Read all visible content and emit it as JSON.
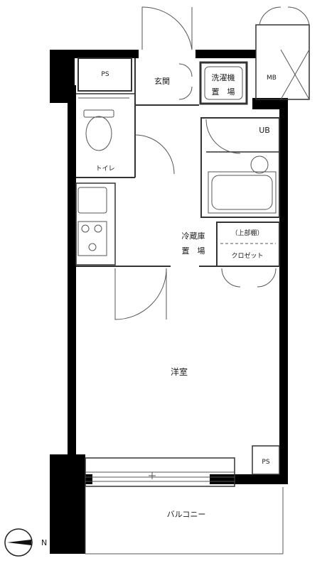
{
  "rooms": {
    "ps_top": "PS",
    "entrance": "玄関",
    "laundry_line1": "洗濯機",
    "laundry_line2": "置　場",
    "mb": "MB",
    "ub": "UB",
    "toilet": "トイレ",
    "fridge_line1": "冷蔵庫",
    "fridge_line2": "置　場",
    "upper_shelf": "（上部棚）",
    "closet": "クロゼット",
    "western_room": "洋室",
    "ps_bottom": "PS",
    "balcony": "バルコニー"
  },
  "compass": {
    "north_label": "N"
  },
  "colors": {
    "wall": "#000000",
    "line": "#333333",
    "background": "#ffffff"
  }
}
